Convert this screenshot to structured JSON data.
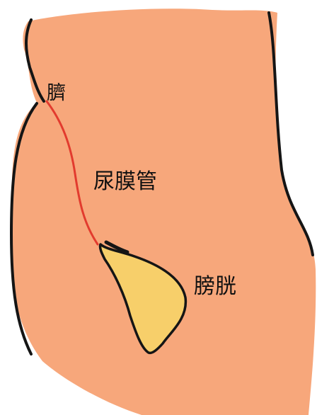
{
  "labels": {
    "umbilicus": "臍",
    "urachus": "尿膜管",
    "bladder": "膀胱"
  },
  "colors": {
    "body_fill": "#f7a77b",
    "outline": "#151515",
    "urachus": "#e23b2e",
    "bladder_fill": "#f7cf6a",
    "background": "#ffffff"
  }
}
